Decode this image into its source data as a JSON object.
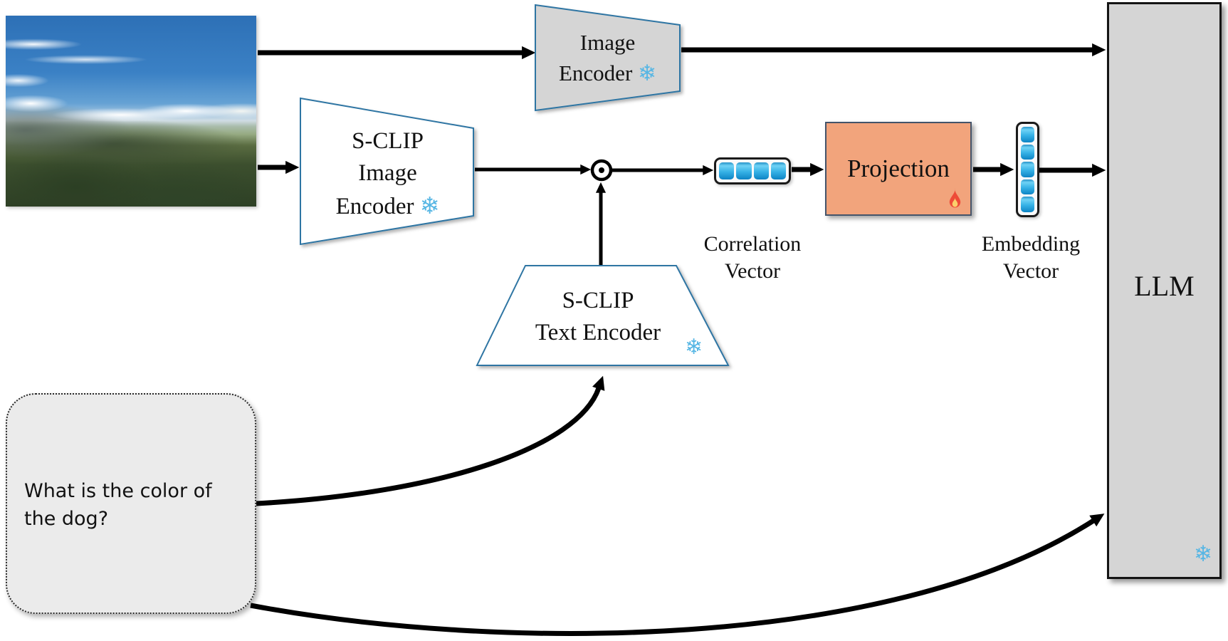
{
  "nodes": {
    "image_encoder": {
      "line1": "Image",
      "line2": "Encoder"
    },
    "sclip_image_encoder": {
      "line1": "S-CLIP",
      "line2": "Image",
      "line3": "Encoder"
    },
    "sclip_text_encoder": {
      "line1": "S-CLIP",
      "line2": "Text Encoder"
    },
    "projection": {
      "label": "Projection"
    },
    "llm": {
      "label": "LLM"
    },
    "question": {
      "text": "What is the color of the dog?"
    }
  },
  "vectors": {
    "correlation": {
      "label_line1": "Correlation",
      "label_line2": "Vector",
      "cells": 4
    },
    "embedding": {
      "label_line1": "Embedding",
      "label_line2": "Vector",
      "cells": 5
    }
  },
  "operators": {
    "dot_product": "⊙"
  },
  "icons": {
    "snowflake": "❄",
    "fire": "flame-icon",
    "photo": "landscape-photo"
  },
  "colors": {
    "trapezoid_border": "#2e75a3",
    "node_gray": "#d5d5d5",
    "projection_fill": "#f2a47c",
    "projection_border": "#44546a",
    "frozen_blue": "#56b6e4",
    "cell_blue_top": "#6fd2f5",
    "cell_blue_bottom": "#0d84c4",
    "arrow_black": "#000000"
  }
}
